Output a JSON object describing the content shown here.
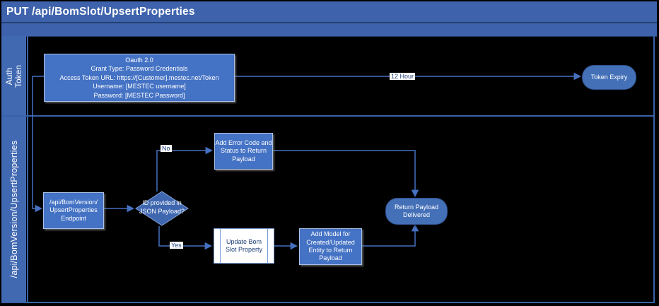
{
  "title": "PUT /api/BomSlot/UpsertProperties",
  "lanes": [
    {
      "label": "Auth Token"
    },
    {
      "label": "/api/BomVersion/UpsertProperties"
    }
  ],
  "nodes": {
    "auth_box": {
      "lines": [
        "Oauth 2.0",
        "Grant Type: Password Credentials",
        "Access Token URL: https://[Customer].mestec.net/Token",
        "Username: [MESTEC username]",
        "Password: [MESTEC Password]"
      ]
    },
    "token_expiry": {
      "label": "Token Expiry"
    },
    "endpoint": {
      "lines": [
        "/api/BomVersion/",
        "UpsertProperties",
        "Endpoint"
      ]
    },
    "decision": {
      "label": "ID provided in JSON Payload?"
    },
    "error_box": {
      "label": "Add Error Code and Status to Return Payload"
    },
    "update_box": {
      "label": "Update Bom Slot Property"
    },
    "add_model_box": {
      "label": "Add Model for Created/Updated Entity to Return Payload"
    },
    "return_pill": {
      "label": "Return Payload Delivered"
    }
  },
  "edges": {
    "token_expiry_label": "12 Hour",
    "no_label": "No",
    "yes_label": "Yes"
  },
  "colors": {
    "accent_bar": "#3E63AC",
    "panel": "#4169B2",
    "separator": "#24406F",
    "lane_line": "#3A62A8",
    "node_fill": "#4472C4",
    "node_border": "#AEC3E6",
    "pill_fill": "#4470B8",
    "pill_border": "#31538F",
    "diamond_fill": "#3F67B0",
    "diamond_border": "#85A3DA",
    "subproc_border": "#7C9BD6",
    "connector": "#4671C1",
    "text_dark": "#1F3E76"
  }
}
